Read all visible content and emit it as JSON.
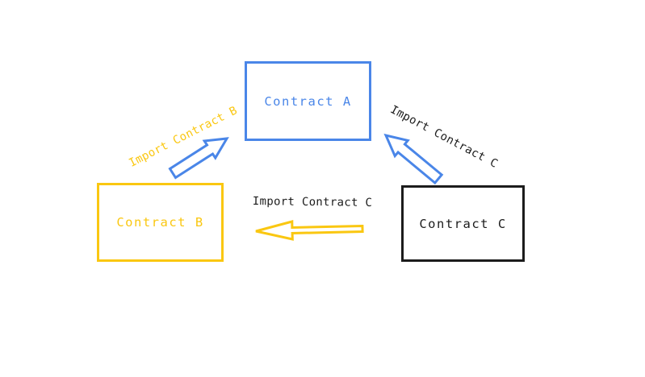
{
  "colors": {
    "blue": "#4A86E8",
    "yellow": "#FAC711",
    "ink": "#1C1C1C"
  },
  "nodes": [
    {
      "id": "contract-a",
      "label": "Contract A",
      "color": "#4A86E8"
    },
    {
      "id": "contract-b",
      "label": "Contract B",
      "color": "#FAC711"
    },
    {
      "id": "contract-c",
      "label": "Contract C",
      "color": "#1C1C1C"
    }
  ],
  "edges": [
    {
      "id": "b-to-a",
      "from": "contract-b",
      "to": "contract-a",
      "label": "Import Contract B",
      "arrow_color": "#4A86E8",
      "label_color": "#FAC711"
    },
    {
      "id": "c-to-a",
      "from": "contract-c",
      "to": "contract-a",
      "label": "Import Contract C",
      "arrow_color": "#4A86E8",
      "label_color": "#1C1C1C"
    },
    {
      "id": "c-to-b",
      "from": "contract-c",
      "to": "contract-b",
      "label": "Import Contract C",
      "arrow_color": "#FAC711",
      "label_color": "#1C1C1C"
    }
  ]
}
